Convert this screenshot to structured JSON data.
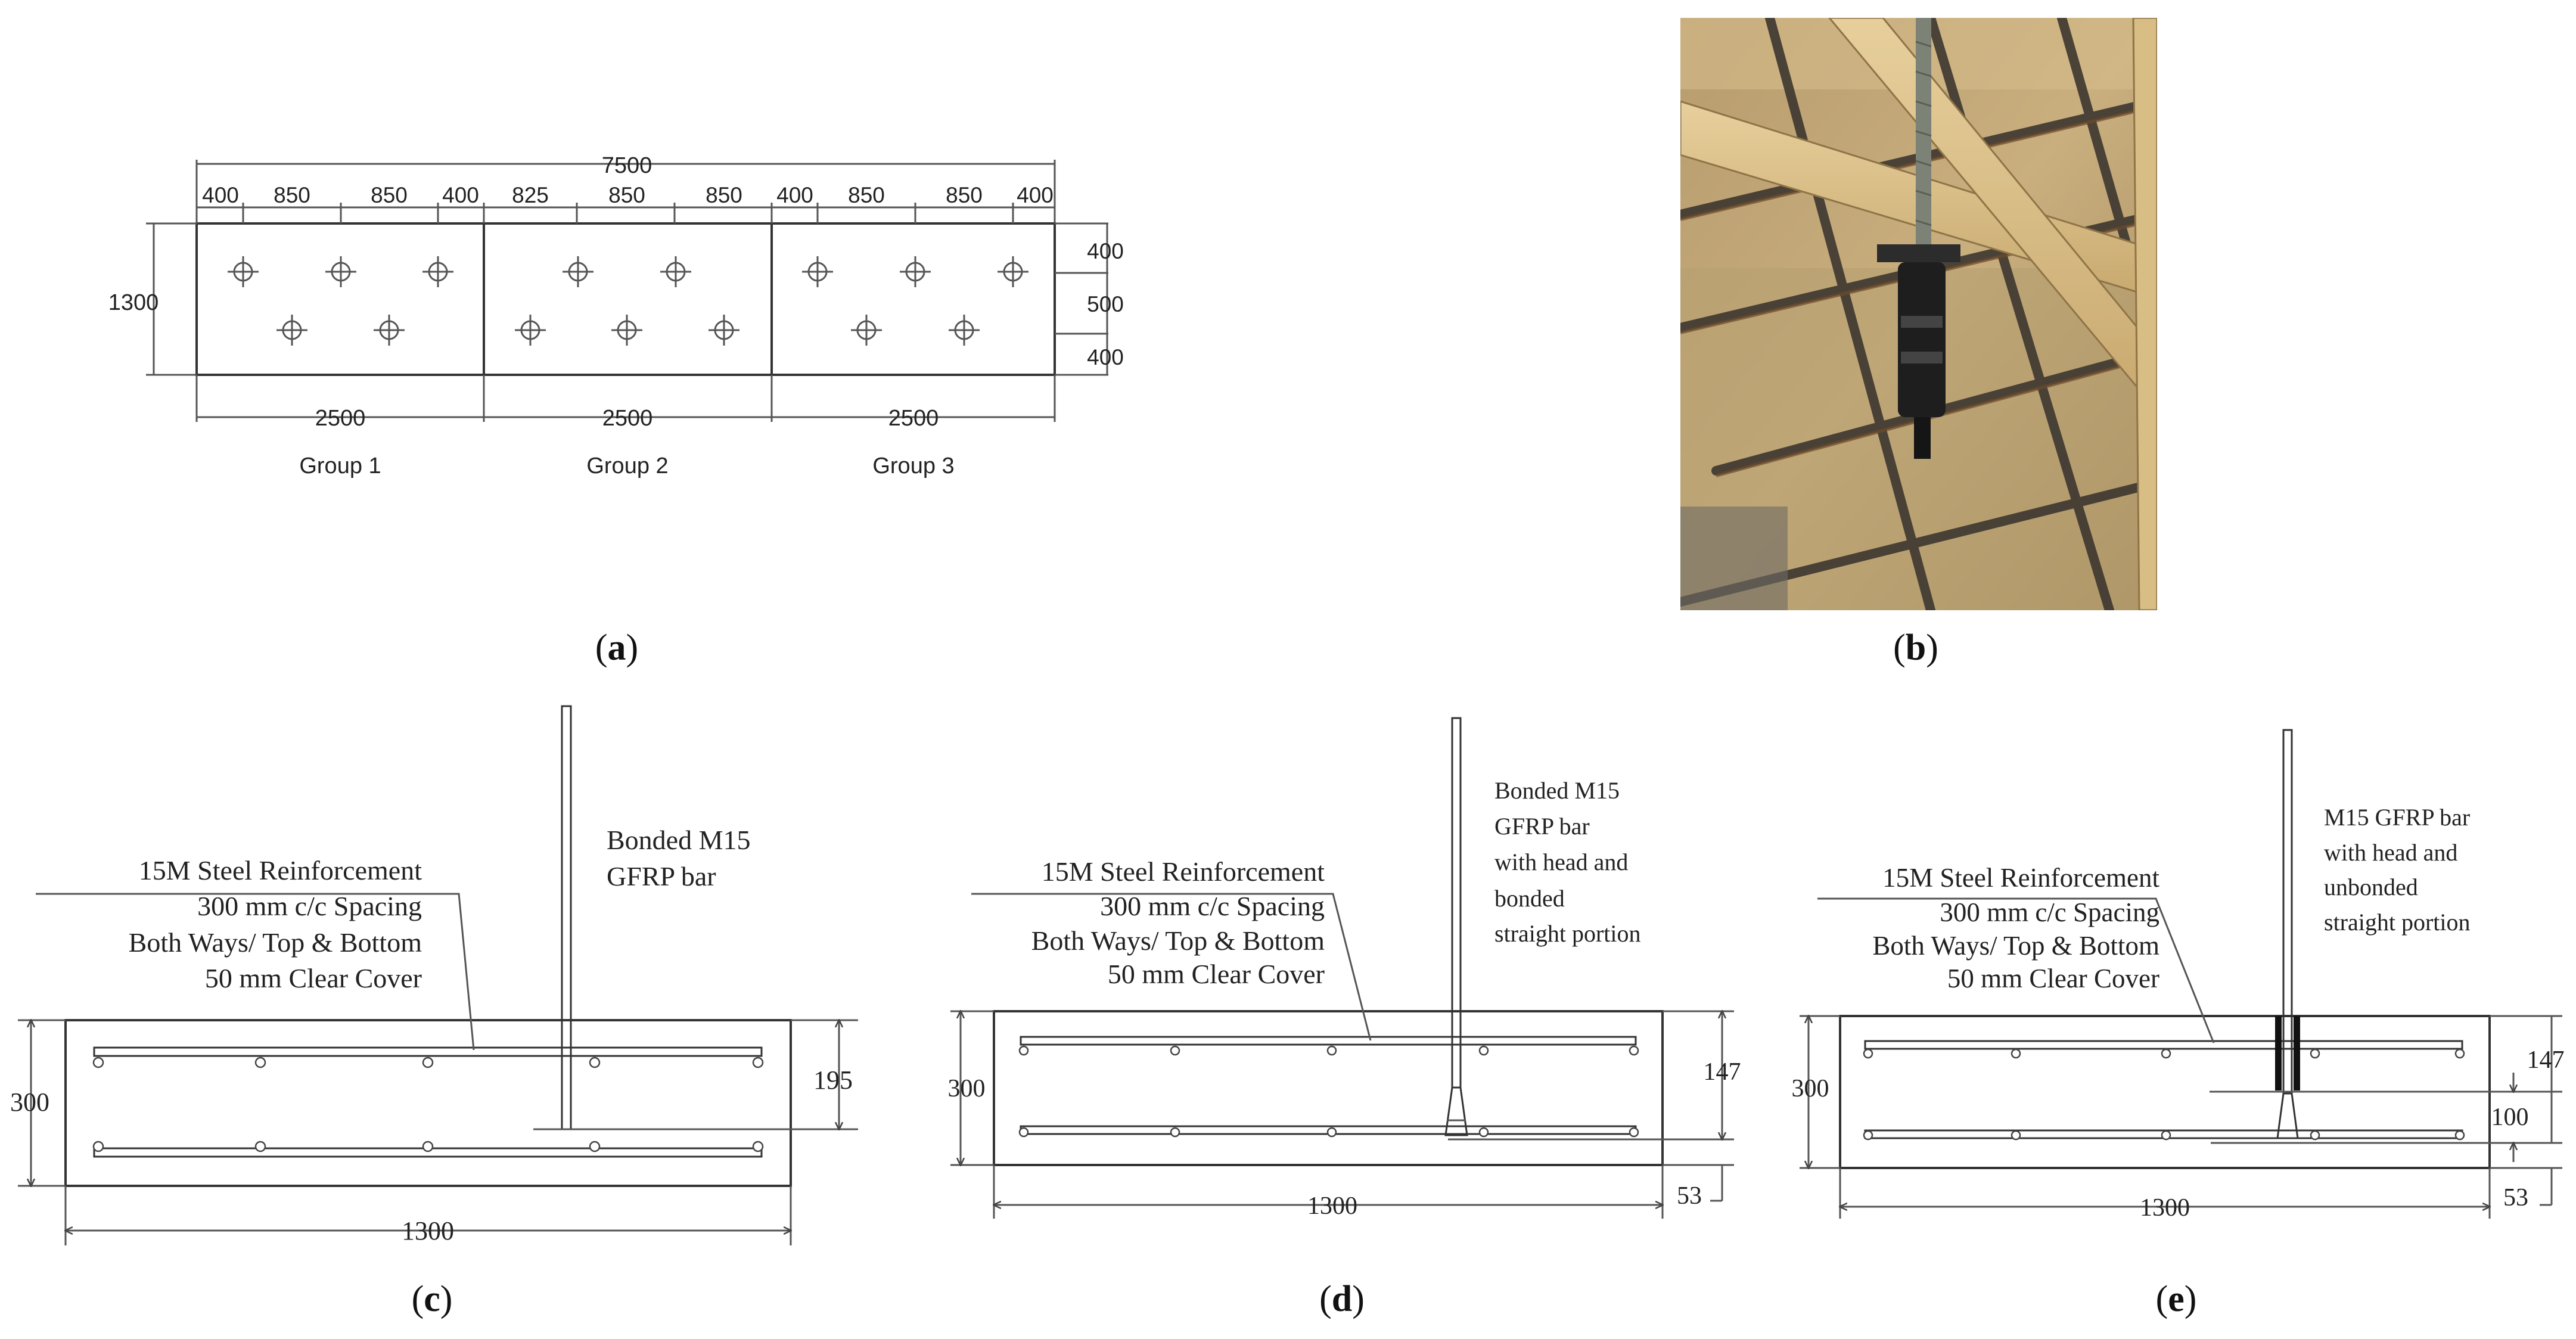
{
  "panel_a": {
    "overall_length": "7500",
    "top_spacings": [
      "400",
      "850",
      "850",
      "400",
      "825",
      "850",
      "850",
      "400",
      "850",
      "850",
      "400"
    ],
    "height": "1300",
    "right_spacings": [
      "400",
      "500",
      "400"
    ],
    "group_lengths": [
      "2500",
      "2500",
      "2500"
    ],
    "group_labels": [
      "Group 1",
      "Group 2",
      "Group 3"
    ],
    "caption_open": "(",
    "caption_letter": "a",
    "caption_close": ")"
  },
  "panel_b": {
    "photo_icon": "formwork-photo",
    "caption_open": "(",
    "caption_letter": "b",
    "caption_close": ")"
  },
  "panel_c": {
    "steel_note": [
      "15M Steel Reinforcement",
      "300 mm c/c Spacing",
      "Both Ways/ Top & Bottom",
      "50 mm Clear Cover"
    ],
    "bar_note": [
      "Bonded M15",
      "GFRP bar"
    ],
    "dim_height": "300",
    "dim_embed": "195",
    "dim_width": "1300",
    "caption_open": "(",
    "caption_letter": "c",
    "caption_close": ")"
  },
  "panel_d": {
    "steel_note": [
      "15M Steel Reinforcement",
      "300 mm c/c Spacing",
      "Both Ways/ Top & Bottom",
      "50 mm Clear Cover"
    ],
    "bar_note": [
      "Bonded M15",
      "GFRP bar",
      "with head and",
      "bonded",
      "straight portion"
    ],
    "dim_height": "300",
    "dim_embed": "147",
    "dim_bottom": "53",
    "dim_width": "1300",
    "caption_open": "(",
    "caption_letter": "d",
    "caption_close": ")"
  },
  "panel_e": {
    "steel_note": [
      "15M Steel Reinforcement",
      "300 mm c/c Spacing",
      "Both Ways/ Top & Bottom",
      "50 mm Clear Cover"
    ],
    "bar_note": [
      "M15 GFRP bar",
      "with head and",
      "unbonded",
      "straight portion"
    ],
    "dim_height": "300",
    "dim_embed": "147",
    "dim_unbonded": "100",
    "dim_bottom": "53",
    "dim_width": "1300",
    "caption_open": "(",
    "caption_letter": "e",
    "caption_close": ")"
  }
}
